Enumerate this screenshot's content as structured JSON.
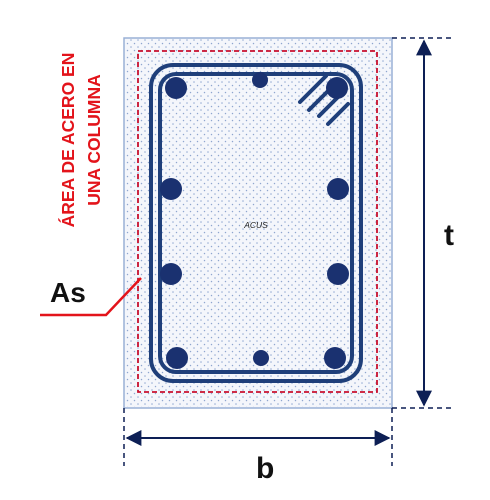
{
  "title": {
    "line1": "ÁREA DE ACERO EN",
    "line2": "UNA COLUMNA"
  },
  "labels": {
    "steel_area": "As",
    "center_brand": "ACUS",
    "height": "t",
    "width": "b"
  },
  "colors": {
    "concrete_fill": "#f4f6fb",
    "concrete_outline": "#9ab1d6",
    "stipple": "#8fa6cf",
    "cover_line": "#c8102e",
    "stirrup": "#1f3f7a",
    "rebar": "#1a3170",
    "dimension": "#0d1f55",
    "title": "#e3141b"
  },
  "icons": {
    "dimension_arrows": "double-arrow-icon",
    "stirrup_hook": "hook-icon"
  }
}
